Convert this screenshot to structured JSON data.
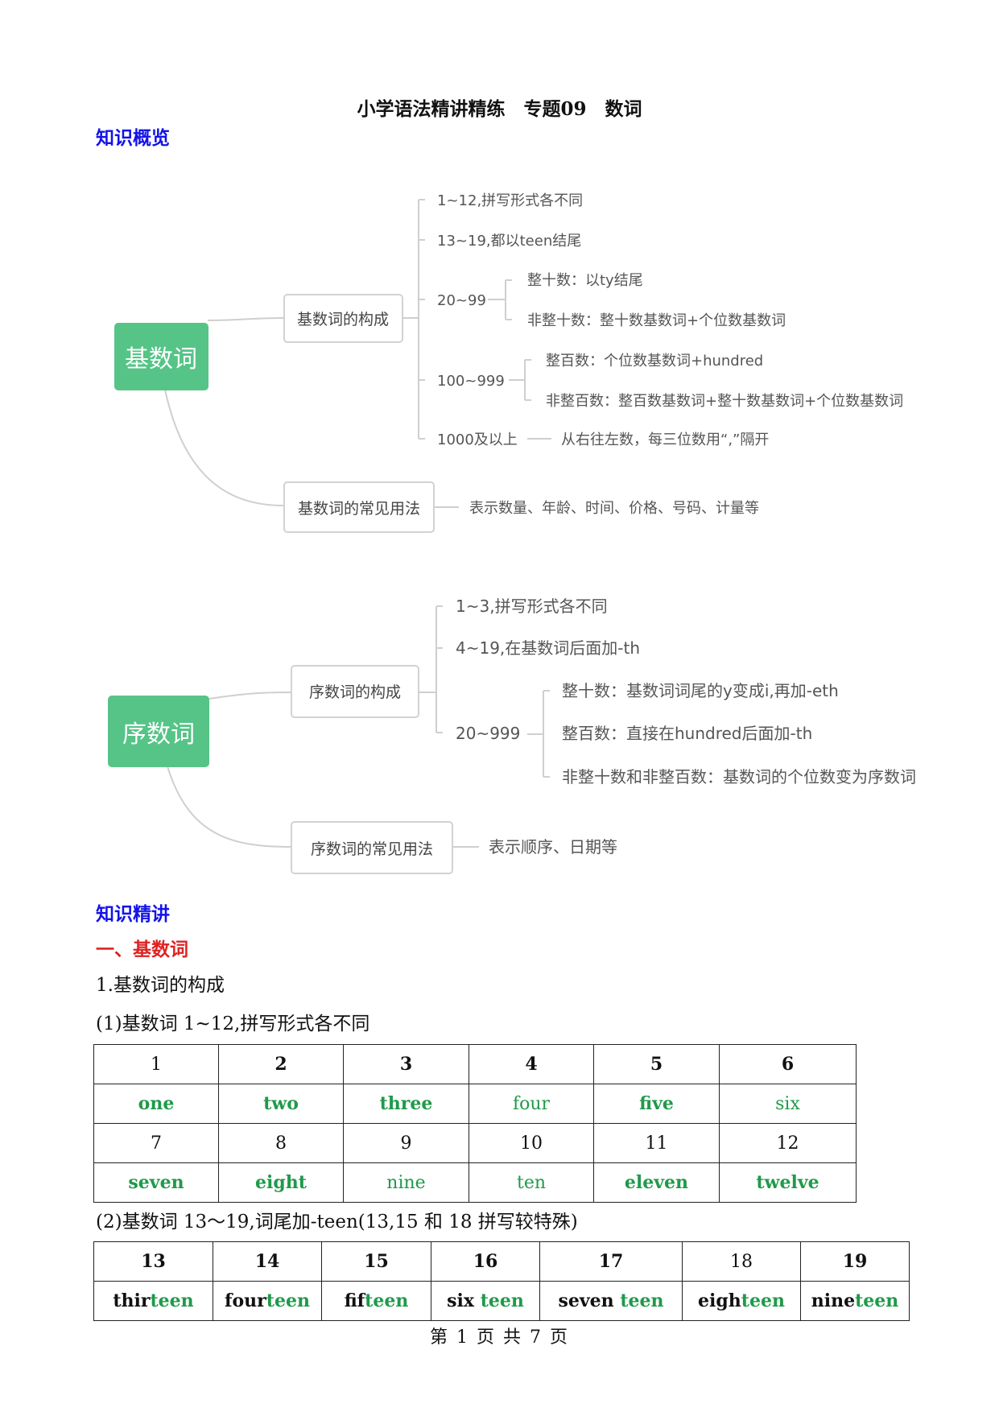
{
  "doc": {
    "title": "小学语法精讲精练　专题09　数词",
    "overview_heading": "知识概览",
    "detail_heading": "知识精讲",
    "section1": "一、基数词",
    "sub1": "1.基数词的构成",
    "line1": "(1)基数词 1~12,拼写形式各不同",
    "line2": "(2)基数词 13～19,词尾加-teen(13,15 和 18 拼写较特殊)",
    "footer": "第 1 页 共 7 页"
  },
  "mindmap1": {
    "root": "基数词",
    "branch_a": "基数词的构成",
    "a1": "1~12,拼写形式各不同",
    "a2": "13~19,都以teen结尾",
    "a3": "20~99",
    "a3_1": "整十数：以ty结尾",
    "a3_2": "非整十数：整十数基数词+个位数基数词",
    "a4": "100~999",
    "a4_1": "整百数：个位数基数词+hundred",
    "a4_2": "非整百数：整百数基数词+整十数基数词+个位数基数词",
    "a5": "1000及以上",
    "a5_1": "从右往左数，每三位数用“,”隔开",
    "branch_b": "基数词的常见用法",
    "b1": "表示数量、年龄、时间、价格、号码、计量等"
  },
  "mindmap2": {
    "root": "序数词",
    "branch_a": "序数词的构成",
    "a1": "1~3,拼写形式各不同",
    "a2": "4~19,在基数词后面加-th",
    "a3": "20~999",
    "a3_1": "整十数：基数词词尾的y变成i,再加-eth",
    "a3_2": "整百数：直接在hundred后面加-th",
    "a3_3": "非整十数和非整百数：基数词的个位数变为序数词",
    "branch_b": "序数词的常见用法",
    "b1": "表示顺序、日期等"
  },
  "table1": {
    "row1": [
      "1",
      "2",
      "3",
      "4",
      "5",
      "6"
    ],
    "row2": [
      "one",
      "two",
      "three",
      "four",
      "five",
      "six"
    ],
    "row3": [
      "7",
      "8",
      "9",
      "10",
      "11",
      "12"
    ],
    "row4": [
      "seven",
      "eight",
      "nine",
      "ten",
      "eleven",
      "twelve"
    ]
  },
  "table2": {
    "numbers": [
      "13",
      "14",
      "15",
      "16",
      "17",
      "18",
      "19"
    ],
    "words": [
      {
        "stem": "thir",
        "suffix": "teen"
      },
      {
        "stem": "four",
        "suffix": "teen"
      },
      {
        "stem": "fif",
        "suffix": "teen"
      },
      {
        "stem": "six ",
        "suffix": "teen"
      },
      {
        "stem": "seven ",
        "suffix": "teen"
      },
      {
        "stem": "eigh",
        "suffix": "teen"
      },
      {
        "stem": "nine",
        "suffix": "teen"
      }
    ]
  },
  "colors": {
    "blue_heading": "#1313e8",
    "red_heading": "#e02222",
    "green": "#1f9a4a",
    "root_green": "#56c487"
  }
}
